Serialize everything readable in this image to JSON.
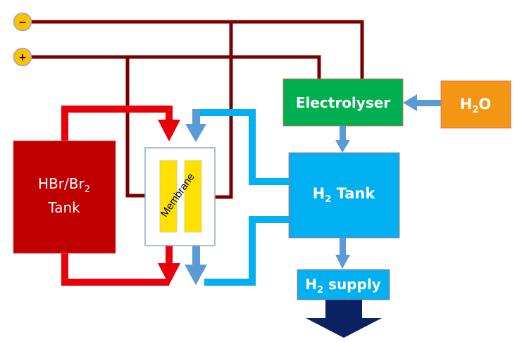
{
  "diagram": {
    "title": "HBr/Br2 flow battery with electrolyser and H2 storage",
    "terminals": [
      {
        "id": "negative",
        "symbol": "−"
      },
      {
        "id": "positive",
        "symbol": "+"
      }
    ],
    "nodes": {
      "hbr_tank": {
        "line1": "HBr/Br",
        "line1_sub": "2",
        "line2": "Tank",
        "color": "#C00000"
      },
      "membrane": {
        "label": "Membrane",
        "electrode_color": "#FFE000"
      },
      "electrolyser": {
        "label": "Electrolyser",
        "color": "#00B050"
      },
      "water": {
        "main": "H",
        "sub": "2",
        "tail": "O",
        "color": "#F29614"
      },
      "h2_tank": {
        "main": "H",
        "sub": "2",
        "tail": " Tank",
        "color": "#00B0F0"
      },
      "h2_supply": {
        "main": "H",
        "sub": "2",
        "tail": " supply",
        "color": "#00B0F0"
      }
    },
    "colors": {
      "wire": "#7A0000",
      "terminal": "#FFC000",
      "hbr_flow": "#E8000B",
      "h2_flow": "#00B0F0",
      "arrow_blue": "#5B9BD5",
      "output_arrow": "#0B2161"
    },
    "connections": [
      {
        "from": "hbr_tank",
        "to": "membrane",
        "type": "electrolyte-in"
      },
      {
        "from": "membrane",
        "to": "hbr_tank",
        "type": "electrolyte-out"
      },
      {
        "from": "h2_tank",
        "to": "membrane",
        "type": "h2-in"
      },
      {
        "from": "membrane",
        "to": "h2_tank",
        "type": "h2-out"
      },
      {
        "from": "water",
        "to": "electrolyser",
        "type": "feed"
      },
      {
        "from": "electrolyser",
        "to": "h2_tank",
        "type": "h2"
      },
      {
        "from": "h2_tank",
        "to": "h2_supply",
        "type": "h2"
      },
      {
        "from": "h2_supply",
        "to": "output",
        "type": "export"
      },
      {
        "from": "negative",
        "to": "membrane",
        "type": "wire"
      },
      {
        "from": "negative",
        "to": "electrolyser",
        "type": "wire"
      },
      {
        "from": "positive",
        "to": "membrane",
        "type": "wire"
      },
      {
        "from": "positive",
        "to": "electrolyser",
        "type": "wire"
      }
    ]
  }
}
